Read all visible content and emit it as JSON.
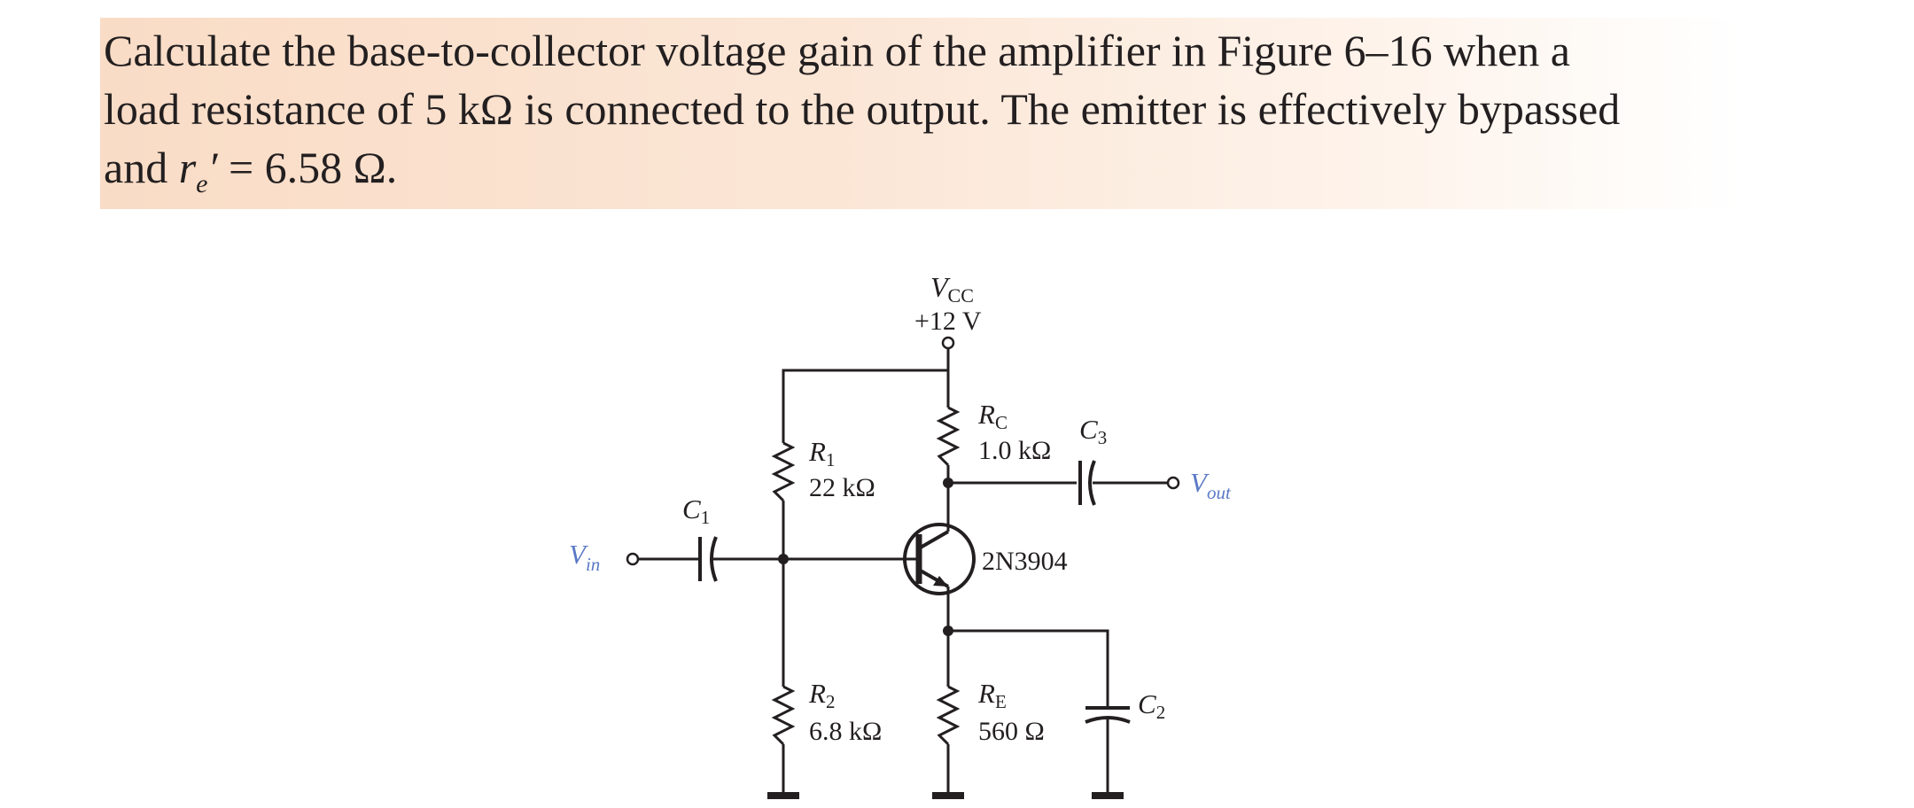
{
  "problem": {
    "line1": "Calculate the base-to-collector voltage gain of the amplifier in Figure 6–16 when a",
    "line2": "load resistance of 5 kΩ is connected to the output. The emitter is effectively bypassed",
    "line3_prefix": "and",
    "line3_var": "r",
    "line3_sub": "e",
    "line3_prime": "′",
    "line3_suffix": " = 6.58 Ω."
  },
  "circuit": {
    "vcc": {
      "label": "V",
      "label_sub": "CC",
      "value": "+12 V"
    },
    "r1": {
      "label": "R",
      "sub": "1",
      "value": "22 kΩ"
    },
    "r2": {
      "label": "R",
      "sub": "2",
      "value": "6.8 kΩ"
    },
    "rc": {
      "label": "R",
      "sub": "C",
      "value": "1.0 kΩ"
    },
    "re": {
      "label": "R",
      "sub": "E",
      "value": "560 Ω"
    },
    "c1": {
      "label": "C",
      "sub": "1"
    },
    "c2": {
      "label": "C",
      "sub": "2"
    },
    "c3": {
      "label": "C",
      "sub": "3"
    },
    "transistor": {
      "part": "2N3904"
    },
    "vin": {
      "label": "V",
      "sub": "in"
    },
    "vout": {
      "label": "V",
      "sub": "out"
    },
    "colors": {
      "ink": "#231f20",
      "terminal_label": "#5a79c6",
      "highlight": "#f9dcc6"
    }
  }
}
